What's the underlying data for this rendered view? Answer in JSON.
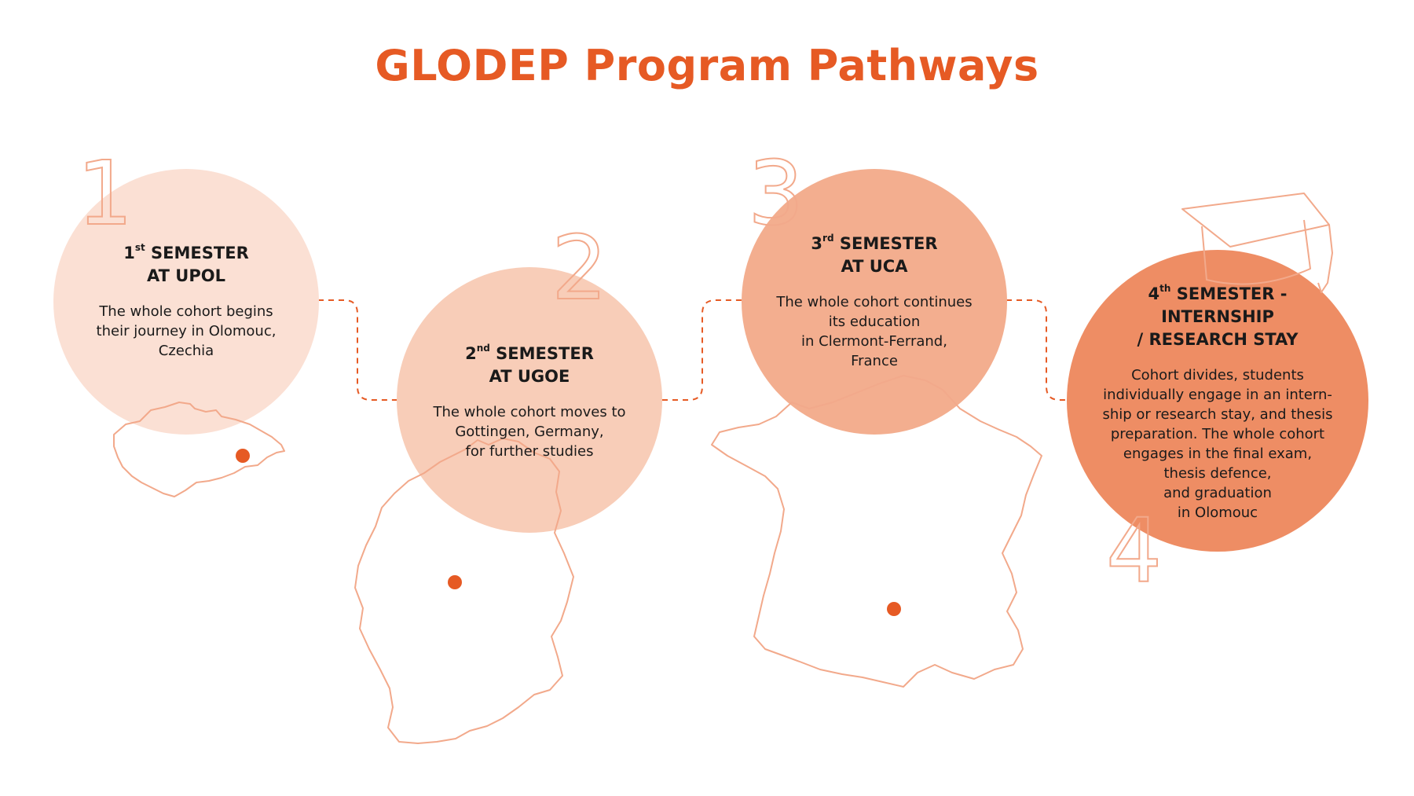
{
  "title": "GLODEP Program Pathways",
  "colors": {
    "accent": "#e65a24",
    "circle1": "#fbe0d4",
    "circle2": "#f8cdb8",
    "circle3": "#f3ae8f",
    "circle4": "#ee8d64",
    "outline": "#f2a98b"
  },
  "steps": [
    {
      "number": "1",
      "ordinal": "1",
      "suffix": "st",
      "head_rest": " SEMESTER",
      "head_line2": "AT UPOL",
      "description": "The whole cohort begins\ntheir journey in Olomouc,\nCzechia",
      "map": "czechia-map"
    },
    {
      "number": "2",
      "ordinal": "2",
      "suffix": "nd",
      "head_rest": " SEMESTER",
      "head_line2": "AT UGOE",
      "description": "The whole cohort moves to\nGottingen, Germany,\nfor further studies",
      "map": "germany-map"
    },
    {
      "number": "3",
      "ordinal": "3",
      "suffix": "rd",
      "head_rest": " SEMESTER",
      "head_line2": "AT UCA",
      "description": "The whole cohort continues\nits education\nin Clermont-Ferrand,\nFrance",
      "map": "france-map"
    },
    {
      "number": "4",
      "ordinal": "4",
      "suffix": "th",
      "head_rest": " SEMESTER -",
      "head_line2": "INTERNSHIP",
      "head_line3": "/ RESEARCH STAY",
      "description": "Cohort divides, students\nindividually engage in an intern-\nship or research stay, and thesis\npreparation. The whole cohort\nengages in the final exam,\nthesis defence,\nand graduation\nin Olomouc",
      "icon": "graduation-cap-icon"
    }
  ]
}
